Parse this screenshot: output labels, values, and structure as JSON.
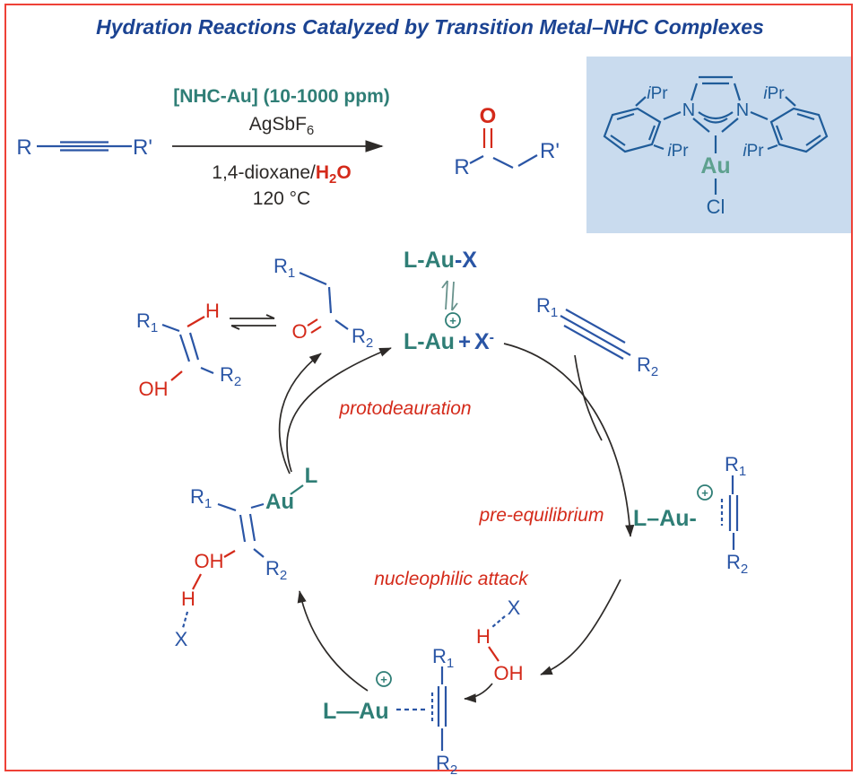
{
  "title": "Hydration Reactions Catalyzed by Transition Metal–NHC Complexes",
  "scheme": {
    "substrate_r": "R",
    "substrate_rp": "R'",
    "catalyst_loading": "[NHC-Au] (10-1000 ppm)",
    "silver_salt": "AgSbF",
    "silver_salt_sub": "6",
    "solvent": "1,4-dioxane/",
    "water_h": "H",
    "water_sub": "2",
    "water_o": "O",
    "temperature": "120 °C",
    "product_r": "R",
    "product_o": "O",
    "product_rp": "R'"
  },
  "catalyst": {
    "ipr_i": "i",
    "ipr_pr": "Pr",
    "n_left": "N",
    "n_right": "N",
    "au": "Au",
    "cl": "Cl"
  },
  "tokens": {
    "l": "L",
    "au": "Au",
    "x": "X",
    "h": "H",
    "o": "O",
    "oh": "OH",
    "r": "R",
    "sub1": "1",
    "sub2": "2",
    "plus": "+",
    "minus": "-",
    "hyphen": "-",
    "endash": "–",
    "emdash": "—",
    "circle_plus": "+"
  },
  "labels": {
    "protodeauration": "protodeauration",
    "pre_equilibrium": "pre-equilibrium",
    "nucleophilic_attack": "nucleophilic attack"
  },
  "colors": {
    "frame_red": "#ee4137",
    "title_blue": "#1b4392",
    "structure_blue": "#2a55a5",
    "catalyst_blue": "#1f5c99",
    "teal": "#2f7e76",
    "au_teal": "#5ea18f",
    "red": "#d42a1a",
    "black": "#2d2a28",
    "box_bg": "#c9dbee"
  }
}
